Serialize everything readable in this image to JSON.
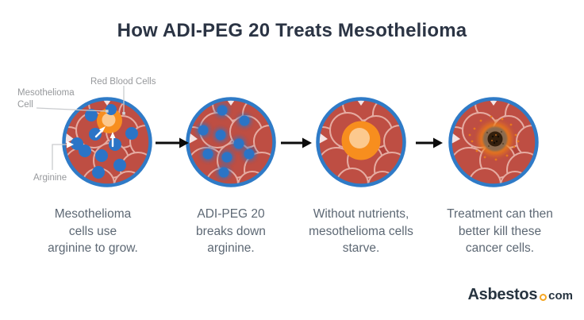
{
  "title": "How ADI-PEG 20 Treats Mesothelioma",
  "annotations": {
    "red_blood_cells": "Red Blood Cells",
    "mesothelioma_cell": "Mesothelioma\nCell",
    "arginine": "Arginine"
  },
  "stages": [
    {
      "icon": "blood-cells-arginine-mesothelioma-icon",
      "caption": "Mesothelioma\ncells use\narginine to grow."
    },
    {
      "icon": "arginine-breaking-down-icon",
      "caption": "ADI-PEG 20\nbreaks down\narginine."
    },
    {
      "icon": "starving-mesothelioma-cell-icon",
      "caption": "Without nutrients,\nmesothelioma cells\nstarve."
    },
    {
      "icon": "dying-cancer-cell-icon",
      "caption": "Treatment can then\nbetter kill these\ncancer cells."
    }
  ],
  "logo": {
    "brand": "Asbestos",
    "tld": "com"
  },
  "colors": {
    "title_navy": "#2b3444",
    "caption_gray": "#5d6874",
    "label_gray": "#97999c",
    "leader_gray": "#c9cbce",
    "border_blue": "#2f7bc7",
    "cell_red": "#b2423a",
    "rbc_fill": "#be4e43",
    "rbc_rim": "#e5aba1",
    "arginine_blue": "#2b74c6",
    "orange_outer": "#f78e1e",
    "orange_inner": "#fcc98e",
    "dying_halo": "#ed7d18",
    "dying_mid": "#8a6b4f",
    "dying_core": "#331f0d",
    "arrow_black": "#0b0b0b",
    "logo_navy": "#273440",
    "logo_orange": "#f5a623"
  }
}
